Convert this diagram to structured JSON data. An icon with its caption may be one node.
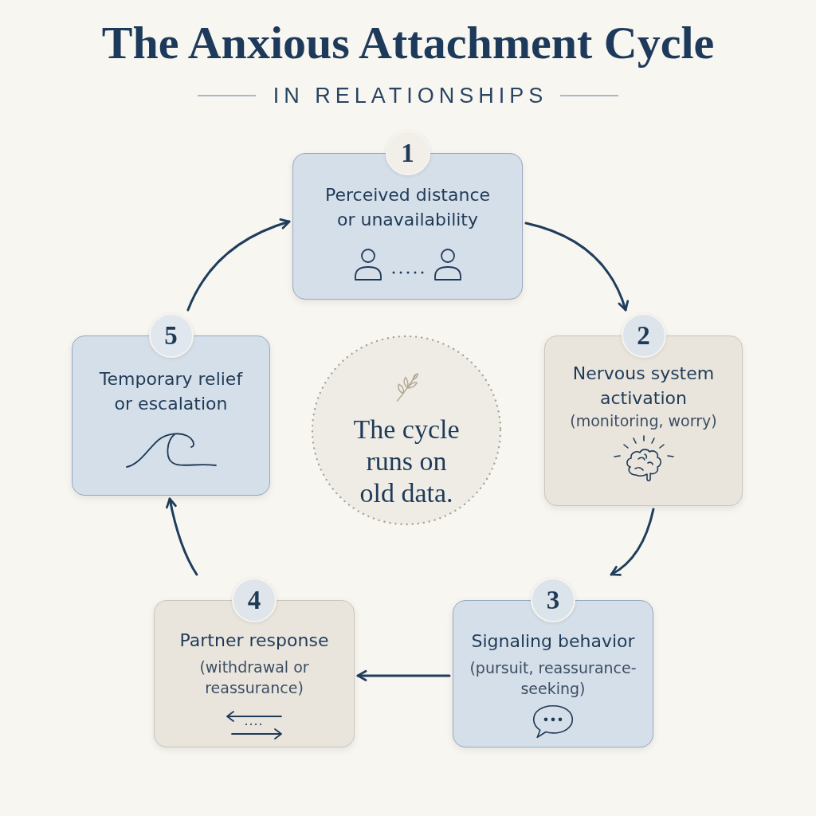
{
  "diagram": {
    "title": "The Anxious Attachment Cycle",
    "nodes": [
      {
        "text": [
          "1",
          "Perceived distance or unavailability"
        ]
      },
      {
        "text": [
          "2",
          "Nervous system activation",
          "(monitoring, worry)"
        ]
      },
      {
        "text": [
          "3",
          "Signaling behavior",
          "(pursuit, reassurance-seeking)"
        ]
      },
      {
        "text": [
          "4",
          "Partner response",
          "(withdrawal or reassurance)"
        ]
      },
      {
        "text": [
          "5",
          "Temporary relief or escalation"
        ]
      },
      {
        "text": [
          "The cycle runs on old data."
        ]
      }
    ],
    "edges": [
      {
        "from": 0,
        "to": 1,
        "arrow": "to"
      },
      {
        "from": 1,
        "to": 2,
        "arrow": "to"
      },
      {
        "from": 2,
        "to": 3,
        "arrow": "to"
      },
      {
        "from": 3,
        "to": 4,
        "arrow": "to"
      },
      {
        "from": 4,
        "to": 0,
        "arrow": "to"
      }
    ],
    "labels": [
      "IN RELATIONSHIPS"
    ]
  }
}
